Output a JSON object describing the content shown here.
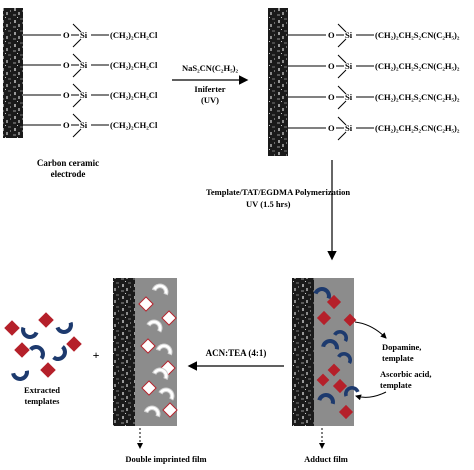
{
  "top_left": {
    "group_label": "(CH₂)₂CH₂Cl",
    "si_label": "Si",
    "o_label": "O",
    "caption_line1": "Carbon ceramic",
    "caption_line2": "electrode"
  },
  "top_right": {
    "group_label": "(CH₂)₂CH₂S₂CN(C₂H₅)₂",
    "si_label": "Si",
    "o_label": "O"
  },
  "step1": {
    "reagent": "NaS₂CN(C₂H₅)₂",
    "line2": "Iniferter",
    "line3": "(UV)"
  },
  "step2": {
    "line1": "Template/TAT/EGDMA  Polymerization",
    "line2": "UV (1.5 hrs)"
  },
  "step3": {
    "label": "ACN:TEA (4:1)"
  },
  "adduct": {
    "dopamine_label_1": "Dopamine,",
    "dopamine_label_2": "template",
    "ascorbic_label_1": "Ascorbic acid,",
    "ascorbic_label_2": "template",
    "caption": "Adduct film"
  },
  "imprinted": {
    "caption": "Double imprinted film"
  },
  "extracted": {
    "plus": "+",
    "caption_line1": "Extracted",
    "caption_line2": "templates"
  },
  "colors": {
    "dopamine": "#b5202a",
    "ascorbic": "#1d3a6e",
    "film": "#8c8c8c"
  }
}
